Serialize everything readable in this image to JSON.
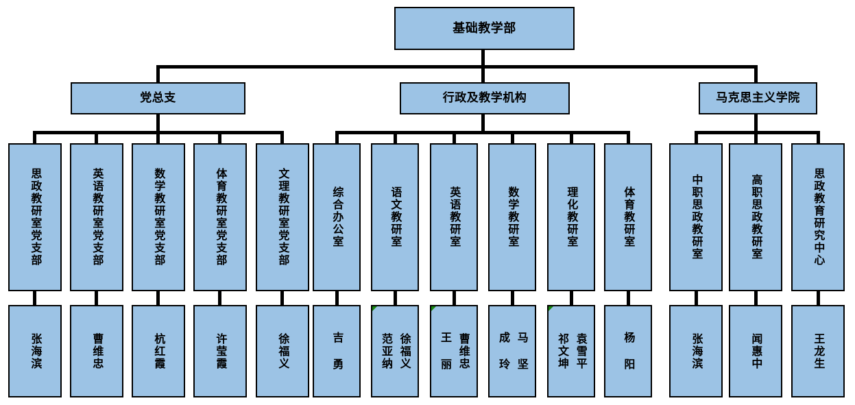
{
  "chart": {
    "title_text": "基础教学部",
    "accent_fill": "#9CC3E5",
    "border_color": "#000000",
    "flag_color": "#17870F",
    "root": {
      "label": "基础教学部"
    },
    "level2": [
      {
        "label": "党总支"
      },
      {
        "label": "行政及教学机构"
      },
      {
        "label": "马克思主义学院"
      }
    ],
    "level3": [
      {
        "label": "思政教研室党支部"
      },
      {
        "label": "英语教研室党支部"
      },
      {
        "label": "数学教研室党支部"
      },
      {
        "label": "体育教研室党支部"
      },
      {
        "label": "文理教研室党支部"
      },
      {
        "label": "综合办公室"
      },
      {
        "label": "语文教研室"
      },
      {
        "label": "英语教研室"
      },
      {
        "label": "数学教研室"
      },
      {
        "label": "理化教研室"
      },
      {
        "label": "体育教研室"
      },
      {
        "label": "中职思政教研室"
      },
      {
        "label": "高职思政教研室"
      },
      {
        "label": "思政教育研究中心"
      }
    ],
    "level4": [
      {
        "names": [
          "张海滨"
        ],
        "flag": false
      },
      {
        "names": [
          "曹维忠"
        ],
        "flag": false
      },
      {
        "names": [
          "杭红霞"
        ],
        "flag": false
      },
      {
        "names": [
          "许莹霞"
        ],
        "flag": false
      },
      {
        "names": [
          "徐福义"
        ],
        "flag": false
      },
      {
        "names": [
          "吉 勇"
        ],
        "flag": false
      },
      {
        "names": [
          "徐福义",
          "范亚纳"
        ],
        "flag": true
      },
      {
        "names": [
          "曹维忠",
          "王 丽"
        ],
        "flag": true
      },
      {
        "names": [
          "马 坚",
          "成 玲"
        ],
        "flag": false
      },
      {
        "names": [
          "袁雪平",
          "祁文坤"
        ],
        "flag": true
      },
      {
        "names": [
          "杨 阳"
        ],
        "flag": false
      },
      {
        "names": [
          "张海滨"
        ],
        "flag": false
      },
      {
        "names": [
          "闻惠中"
        ],
        "flag": false
      },
      {
        "names": [
          "王龙生"
        ],
        "flag": false
      }
    ]
  }
}
